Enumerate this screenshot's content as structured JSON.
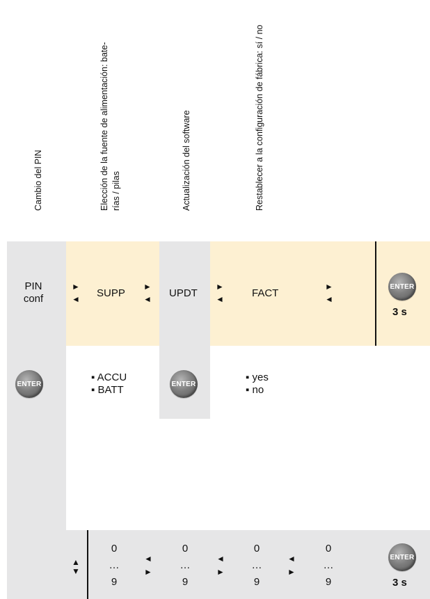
{
  "headers": {
    "pin_change": "Cambio del PIN",
    "power_line1": "Elección de la fuente de alimentación: bate-",
    "power_line2": "rías / pilas",
    "software_update": "Actualización del software",
    "factory_reset": "Restablecer a la configuración de fábrica: sí / no"
  },
  "menu": {
    "pin_line1": "PIN",
    "pin_line2": "conf",
    "supp": "SUPP",
    "updt": "UPDT",
    "fact": "FACT"
  },
  "options": {
    "supp": [
      "▪ ACCU",
      "▪ BATT"
    ],
    "fact": [
      "▪ yes",
      "▪ no"
    ]
  },
  "digits": {
    "top": "0",
    "ellipsis": "…",
    "bottom": "9"
  },
  "arrows": {
    "right": "►",
    "left": "◄",
    "up": "▲",
    "down": "▼"
  },
  "enter_label": "ENTER",
  "hold_time": "3 s",
  "colors": {
    "grey_panel": "#e6e6e7",
    "cream_panel": "#fdf0d2",
    "button": "#7e7e7e"
  }
}
